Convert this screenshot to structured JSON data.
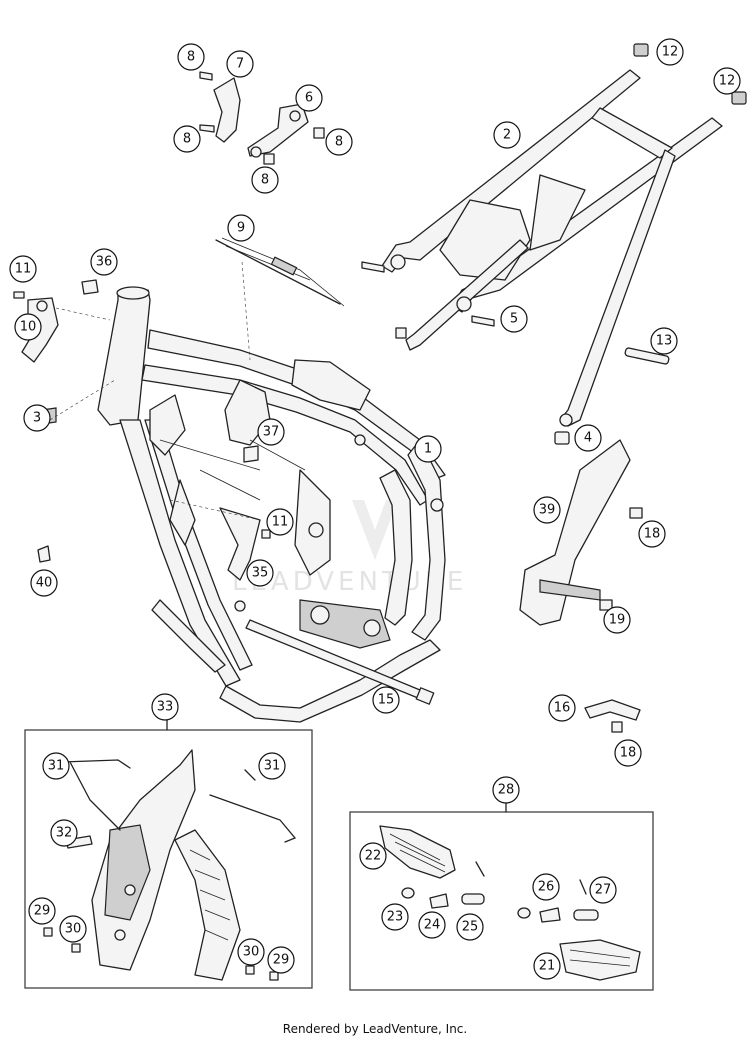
{
  "watermark": "LEADVENTURE",
  "footer": "Rendered by LeadVenture, Inc.",
  "callouts": [
    "1",
    "2",
    "3",
    "4",
    "5",
    "6",
    "7",
    "8",
    "9",
    "10",
    "11",
    "12",
    "13",
    "15",
    "16",
    "18",
    "19",
    "21",
    "22",
    "23",
    "24",
    "25",
    "26",
    "27",
    "28",
    "29",
    "30",
    "31",
    "32",
    "33",
    "35",
    "36",
    "37",
    "39",
    "40"
  ]
}
